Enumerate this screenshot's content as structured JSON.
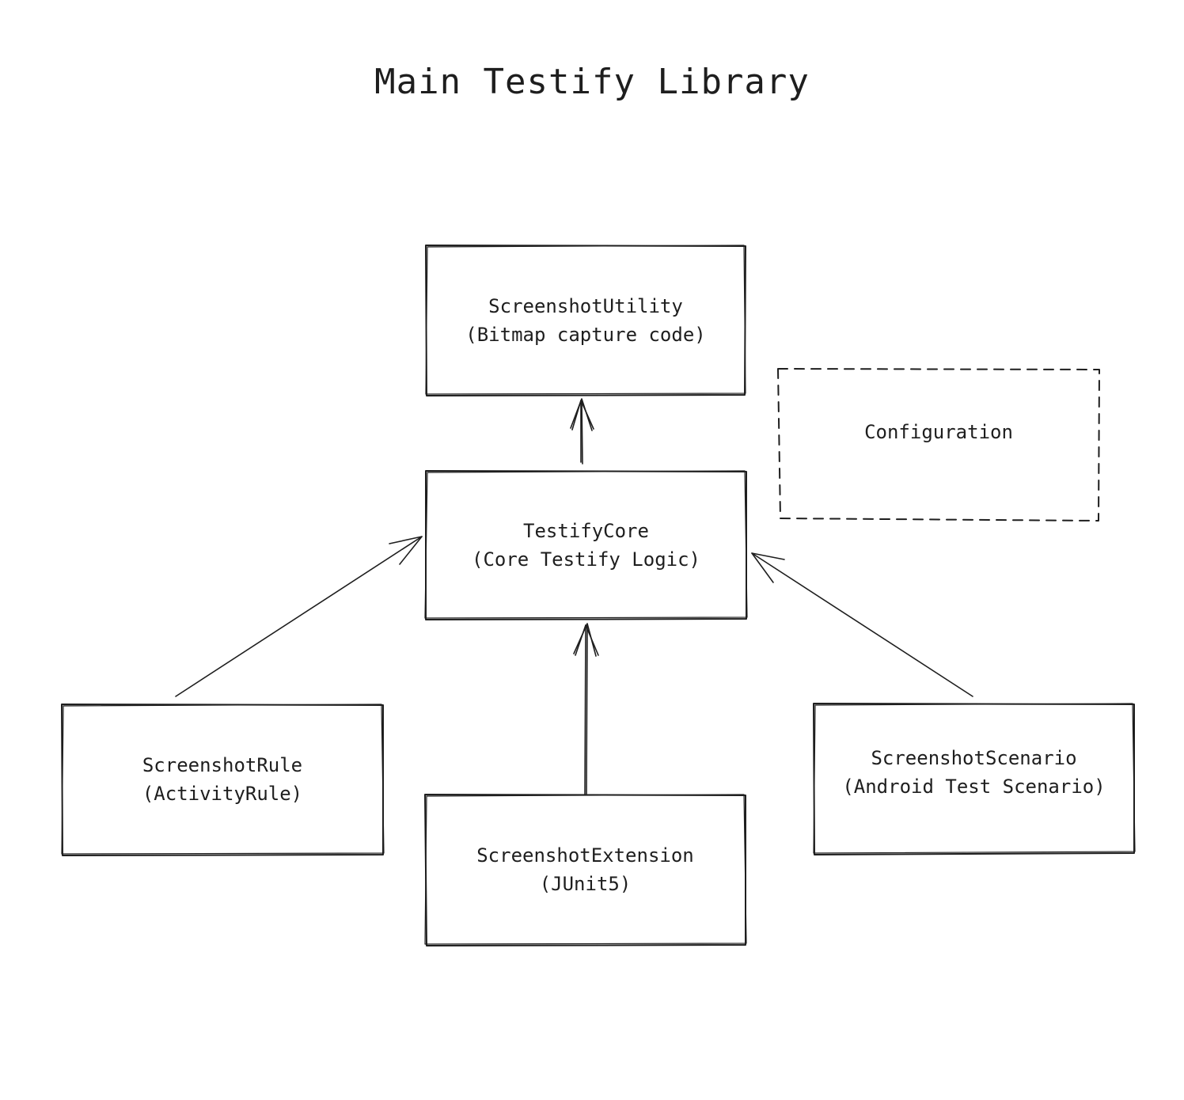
{
  "title": "Main Testify Library",
  "nodes": {
    "screenshot_utility": {
      "name": "ScreenshotUtility",
      "desc": "(Bitmap capture code)"
    },
    "configuration": {
      "name": "Configuration"
    },
    "testify_core": {
      "name": "TestifyCore",
      "desc": "(Core Testify Logic)"
    },
    "screenshot_rule": {
      "name": "ScreenshotRule",
      "desc": "(ActivityRule)"
    },
    "screenshot_extension": {
      "name": "ScreenshotExtension",
      "desc": "(JUnit5)"
    },
    "screenshot_scenario": {
      "name": "ScreenshotScenario",
      "desc": "(Android Test Scenario)"
    }
  },
  "edges": [
    {
      "from": "TestifyCore",
      "to": "ScreenshotUtility"
    },
    {
      "from": "ScreenshotRule",
      "to": "TestifyCore"
    },
    {
      "from": "ScreenshotExtension",
      "to": "TestifyCore"
    },
    {
      "from": "ScreenshotScenario",
      "to": "TestifyCore"
    }
  ],
  "colors": {
    "stroke": "#1e1e1e",
    "background": "#ffffff"
  }
}
